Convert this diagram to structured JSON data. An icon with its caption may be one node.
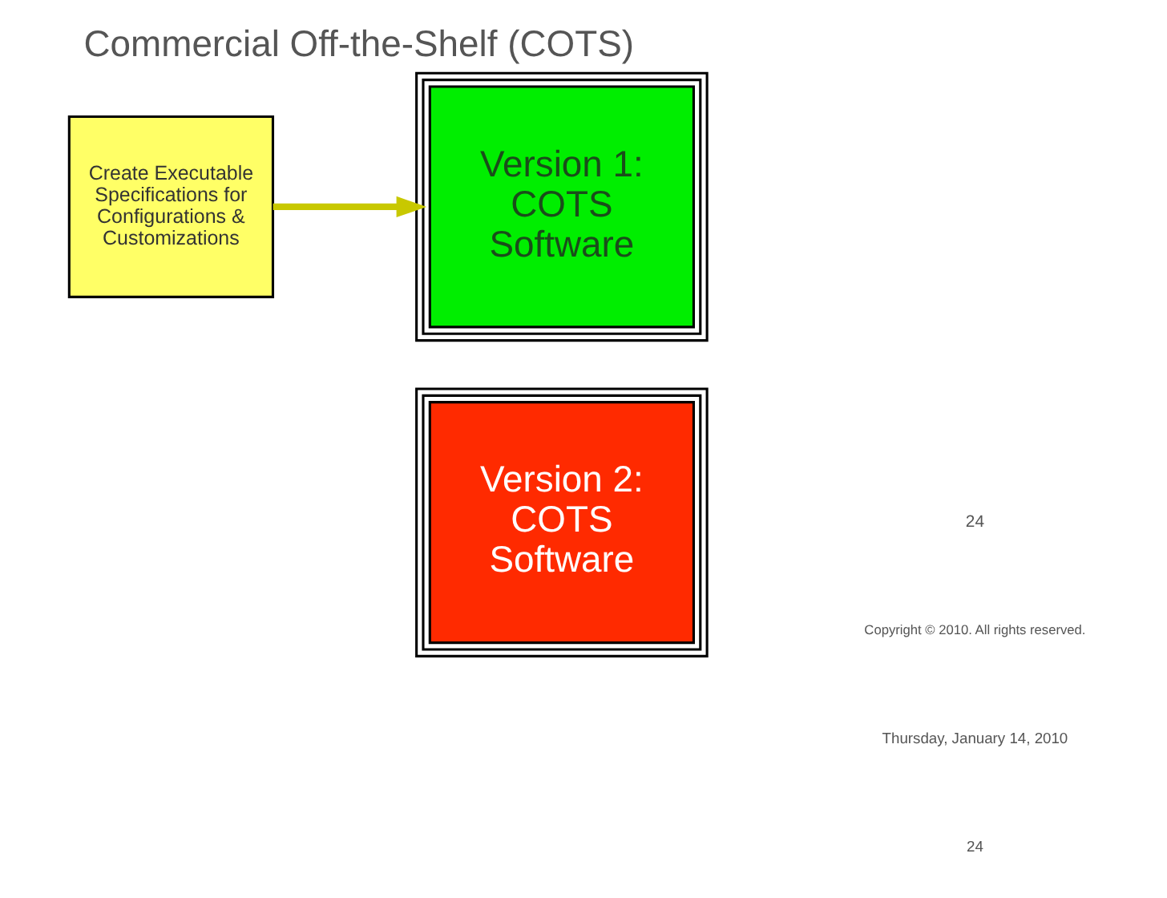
{
  "diagram": {
    "title": "Commercial Off-the-Shelf (COTS)",
    "nodes": [
      {
        "text": [
          "Create Executable Specifications for Configurations & Customizations"
        ]
      },
      {
        "text": [
          "Version 1: COTS Software"
        ]
      },
      {
        "text": [
          "Version 2: COTS Software"
        ]
      }
    ],
    "edges": [
      {
        "from": 0,
        "to": 1,
        "arrow": "to"
      }
    ],
    "labels": [
      "24",
      "Copyright © 2010. All rights reserved.",
      "Thursday, January 14, 2010",
      "24"
    ]
  }
}
